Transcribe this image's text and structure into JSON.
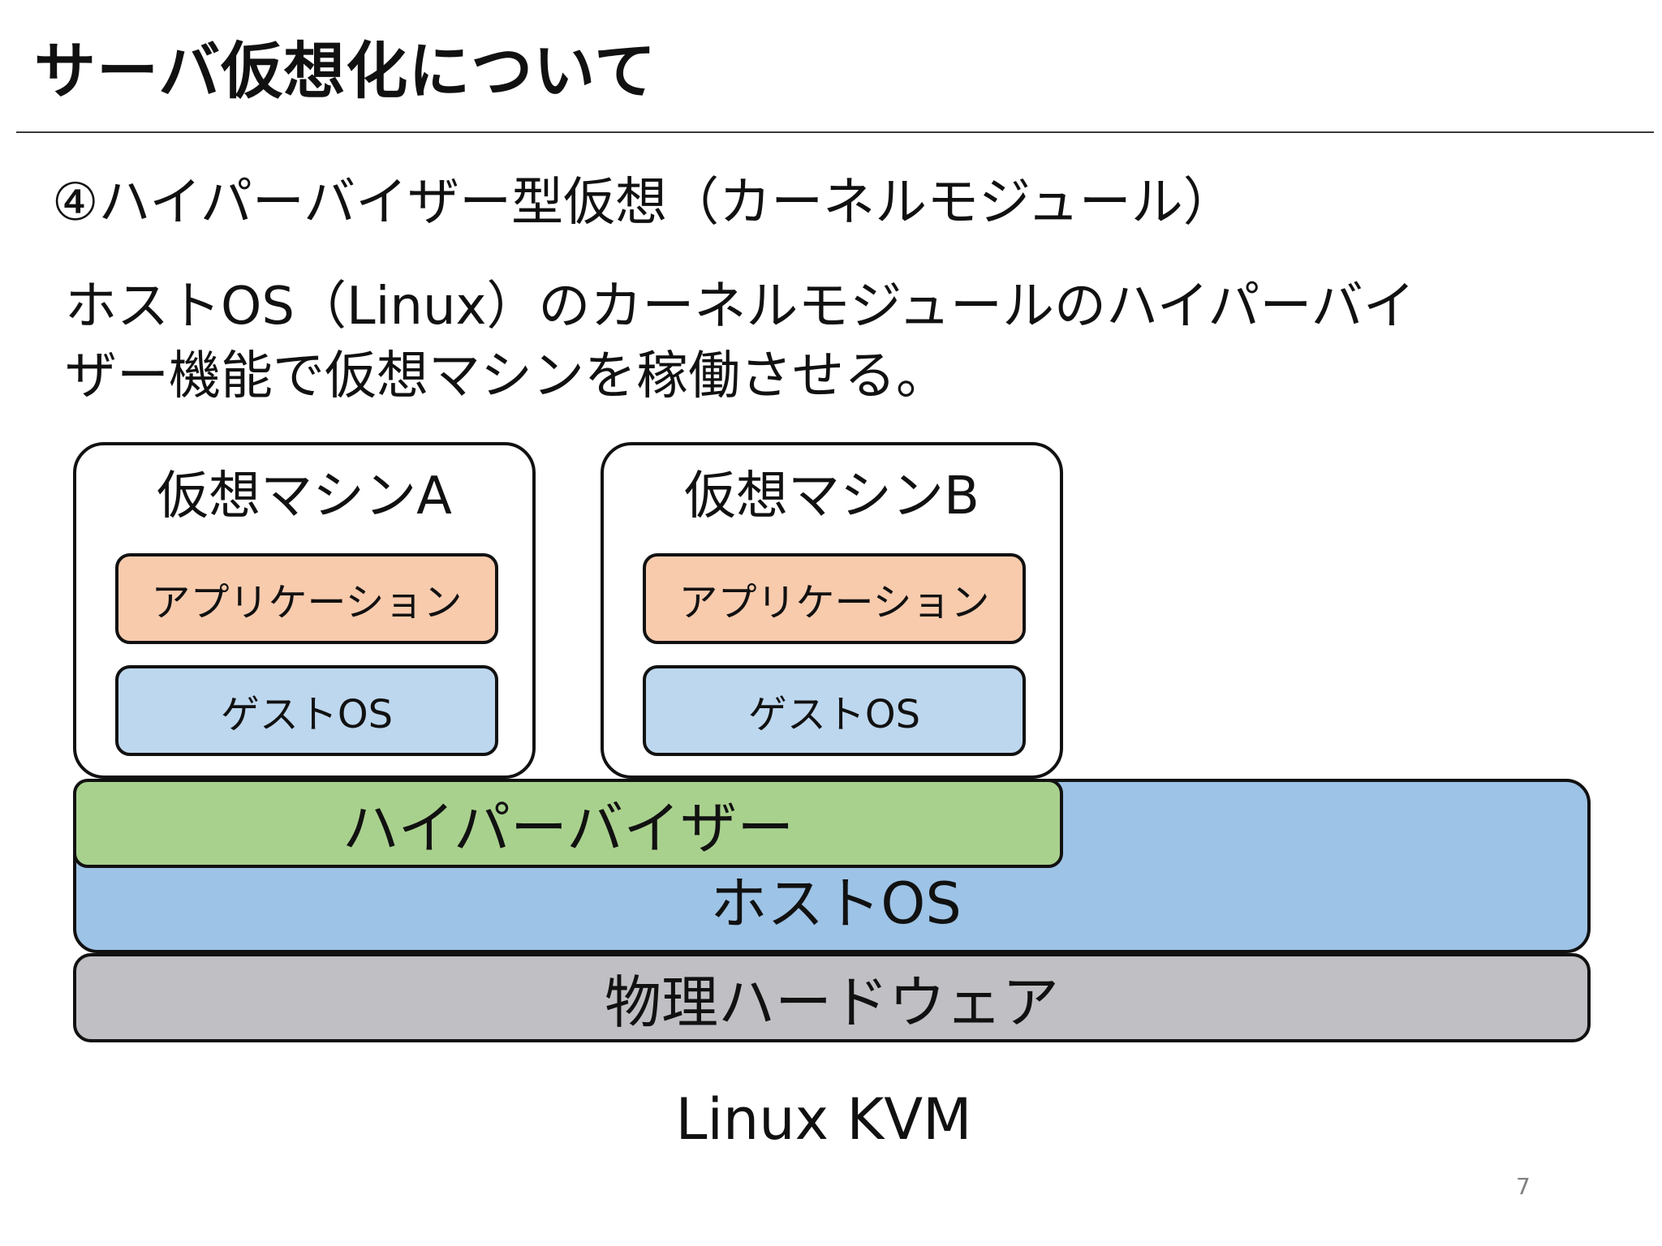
{
  "slide": {
    "title": "サーバ仮想化について",
    "subtitle": "④ハイパーバイザー型仮想（カーネルモジュール）",
    "description_lines": [
      "ホストOS（Linux）のカーネルモジュールのハイパーバイ",
      "ザー機能で仮想マシンを稼働させる。"
    ],
    "page_number": "7"
  },
  "diagram": {
    "vms": [
      {
        "label": "仮想マシンA",
        "app_label": "アプリケーション",
        "guest_label": "ゲストOS"
      },
      {
        "label": "仮想マシンB",
        "app_label": "アプリケーション",
        "guest_label": "ゲストOS"
      }
    ],
    "hypervisor_label": "ハイパーバイザー",
    "host_os_label": "ホストOS",
    "hardware_label": "物理ハードウェア",
    "caption": "Linux KVM",
    "colors": {
      "application": "#f8cbad",
      "guest_os": "#bdd7ee",
      "hypervisor": "#a9d18e",
      "host_os": "#9dc3e6",
      "hardware": "#c0bfc3"
    }
  }
}
